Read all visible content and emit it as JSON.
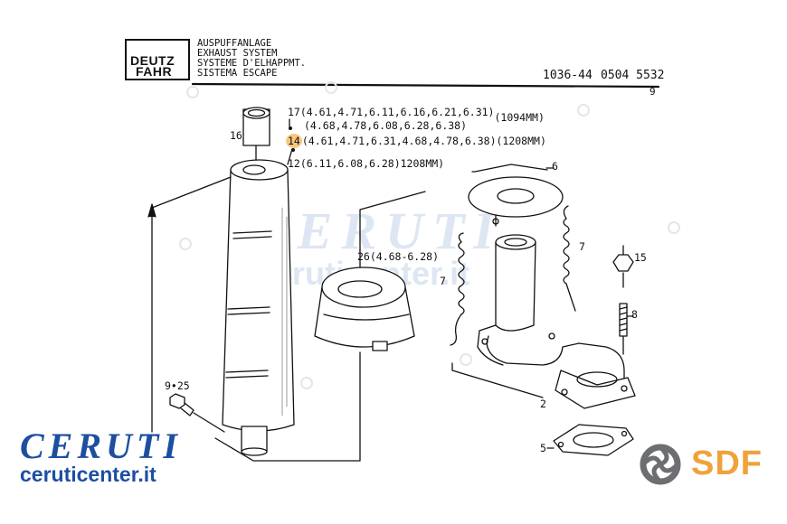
{
  "header": {
    "brand_line1": "DEUTZ",
    "brand_line2": "FAHR",
    "title_lines": [
      "AUSPUFFANLAGE",
      "EXHAUST SYSTEM",
      "SYSTEME D'ELHAPPMT.",
      "SISTEMA ESCAPE"
    ],
    "group_code": "1036-44",
    "part_code": "0504 5532",
    "page_number": "9"
  },
  "callouts": {
    "c17a": "17(4.61,4.71,6.11,6.16,6.21,6.31)",
    "c17_len": "(1094MM)",
    "c17b": "(4.68,4.78,6.08,6.28,6.38)",
    "c14_num": "14",
    "c14_rest": "(4.61,4.71,6.31,4.68,4.78,6.38)(1208MM)",
    "c12": "12(6.11,6.08,6.28)1208MM)",
    "c16": "16",
    "c26": "26(4.68-6.28)",
    "c6": "6",
    "c7_left": "7",
    "c7_right": "7",
    "c15": "15",
    "c8": "8",
    "c2": "2",
    "c5": "5",
    "c9": "9•25"
  },
  "watermark": {
    "big": "CERUTI",
    "url": "ceruticenter.it"
  },
  "footer": {
    "ceruti_logo": "CERUTI",
    "ceruti_url": "ceruticenter.it",
    "sdf_logo": "SDF"
  },
  "colors": {
    "line": "#111111",
    "highlight": "#f8c77f",
    "ceruti_blue": "#1d4fa0",
    "sdf_orange": "#f0a23a",
    "sdf_gray": "#6d6e71",
    "watermark": "#dde6f2"
  }
}
